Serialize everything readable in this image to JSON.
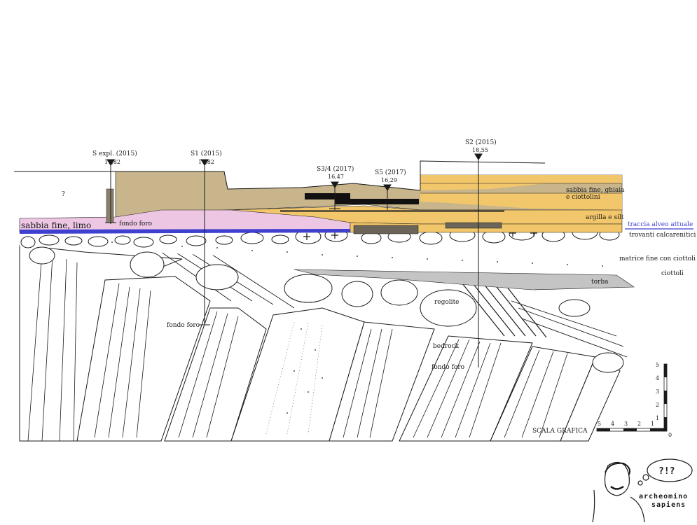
{
  "boreholes": [
    {
      "id": "s-expl-2015",
      "name": "S expl. (2015)",
      "elevation": "17,82"
    },
    {
      "id": "s1-2015",
      "name": "S1 (2015)",
      "elevation": "17,82"
    },
    {
      "id": "s34-2017",
      "name": "S3/4 (2017)",
      "elevation": "16,47"
    },
    {
      "id": "s5-2017",
      "name": "S5 (2017)",
      "elevation": "16,29"
    },
    {
      "id": "s2-2015",
      "name": "S2 (2015)",
      "elevation": "18,55"
    }
  ],
  "labels": {
    "question": "?",
    "sabbia_fine_limo": "sabbia fine, limo",
    "fondo_foro_1": "fondo foro",
    "fondo_foro_2": "fondo foro",
    "fondo_foro_3": "fondo foro",
    "sabbia_ghiaia_1": "sabbia fine, ghiaia",
    "sabbia_ghiaia_2": "e ciottolini",
    "argilla_silt": "argilla e silt",
    "traccia_alveo": "traccia alveo attuale",
    "trovanti": "trovanti calcarenitici",
    "matrice": "matrice fine con ciottoli",
    "ciottoli": "ciottoli",
    "torba": "torba",
    "regolite": "regolite",
    "bedrock": "bedrock"
  },
  "scale": {
    "title": "SCALA GRAFICA",
    "h_ticks": [
      "5",
      "4",
      "3",
      "2",
      "1",
      "0"
    ],
    "v_ticks": [
      "5",
      "4",
      "3",
      "2",
      "1"
    ]
  },
  "logo": {
    "line1": "archeomino",
    "line2": "sapiens",
    "bubble": "?!?"
  },
  "colors": {
    "tan": "#c8b58c",
    "orange": "#f2c66b",
    "pink": "#ecc6e3",
    "blue": "#3f3fd0",
    "dark_layer": "#6b6458",
    "peat": "#c4c4c4",
    "ink": "#1a1a1a"
  }
}
